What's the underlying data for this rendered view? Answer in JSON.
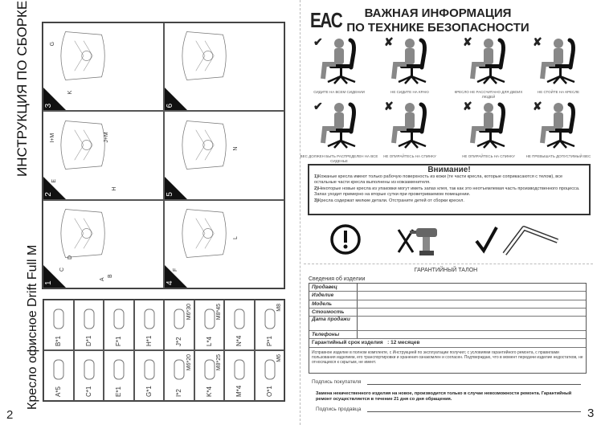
{
  "left_page": {
    "title": "ИНСТРУКЦИЯ ПО СБОРКЕ",
    "product": "Кресло офисное Drift Full M",
    "page_number": "2",
    "steps": [
      {
        "number": "1",
        "labels": [
          "A",
          "B",
          "C",
          "D"
        ]
      },
      {
        "number": "2",
        "labels": [
          "E",
          "I+M",
          "J+M",
          "H"
        ]
      },
      {
        "number": "3",
        "labels": [
          "G",
          "K"
        ]
      },
      {
        "number": "4",
        "labels": [
          "F",
          "L"
        ]
      },
      {
        "number": "5",
        "labels": [
          "N"
        ]
      },
      {
        "number": "6",
        "labels": []
      }
    ],
    "parts": [
      {
        "label": "A*5",
        "size": ""
      },
      {
        "label": "C*1",
        "size": ""
      },
      {
        "label": "E*1",
        "size": ""
      },
      {
        "label": "G*1",
        "size": ""
      },
      {
        "label": "I*2",
        "size": "M6*20"
      },
      {
        "label": "K*4",
        "size": "M8*25"
      },
      {
        "label": "M*4",
        "size": ""
      },
      {
        "label": "O*1",
        "size": "M6"
      },
      {
        "label": "B*1",
        "size": ""
      },
      {
        "label": "D*1",
        "size": ""
      },
      {
        "label": "F*1",
        "size": ""
      },
      {
        "label": "H*1",
        "size": ""
      },
      {
        "label": "J*2",
        "size": "M6*30"
      },
      {
        "label": "L*4",
        "size": "M8*45"
      },
      {
        "label": "N*4",
        "size": ""
      },
      {
        "label": "P*1",
        "size": "M8"
      }
    ]
  },
  "right_page": {
    "logo": "EAC",
    "title_line1": "ВАЖНАЯ ИНФОРМАЦИЯ",
    "title_line2": "ПО ТЕХНИКЕ БЕЗОПАСНОСТИ",
    "page_number": "3",
    "safety": [
      {
        "mark": "✔",
        "caption": "Сидите на всем сидении"
      },
      {
        "mark": "✘",
        "caption": "Не сидите на краю"
      },
      {
        "mark": "✘",
        "caption": "Кресло не рассчитано для двоих людей"
      },
      {
        "mark": "✘",
        "caption": "Не стойте на кресле"
      },
      {
        "mark": "✔",
        "caption": "Вес должен быть распределен на все сиденье"
      },
      {
        "mark": "✘",
        "caption": "Не опирайтесь на спинку"
      },
      {
        "mark": "✘",
        "caption": "Не опирайтесь на спинку"
      },
      {
        "mark": "✘",
        "caption": "Не превышать допустимый вес"
      }
    ],
    "attention": {
      "title": "Внимание!",
      "items": [
        {
          "n": "1)",
          "text": "Кожаные кресла имеют только рабочую поверхность из кожи (те части кресла, которые соприкасаются с телом), все остальные части кресла выполнены из кожзаменителя."
        },
        {
          "n": "2)",
          "text": "Некоторые новые кресла из упаковки могут иметь запах клея, так как это неотъемлемая часть производственного процесса. Запах уходит примерно на вторые сутки при проветриваемом помещении."
        },
        {
          "n": "3)",
          "text": "Кресла содержат мелкие детали. Отстраните детей от сборки кресел."
        }
      ]
    },
    "warranty": {
      "title": "ГАРАНТИЙНЫЙ ТАЛОН",
      "subtitle": "Сведения об изделии",
      "fields": [
        "Продавец",
        "Изделие",
        "Модель",
        "Стоимость",
        "Дата продажи",
        "Телефоны"
      ],
      "term_label": "Гарантийный срок изделия",
      "term_value": ": 12 месяцев",
      "statement": "Исправное изделие в полном комплекте, с Инструкцией по эксплуатации получил; с условиями гарантийного ремонта, с правилами пользования изделием, его транспортировки и хранения ознакомлен и согласен. Подтверждаю, что в момент передачи изделие недостатков, не относящихся к скрытым, не имеет.",
      "buyer_signature": "Подпись покупателя",
      "note": "Замена некачественного изделия на новое, производится только в случае невозможности ремонта. Гарантийный ремонт осуществляется в течение 21 дня со дня обращения.",
      "seller_signature": "Подпись продавца"
    }
  }
}
